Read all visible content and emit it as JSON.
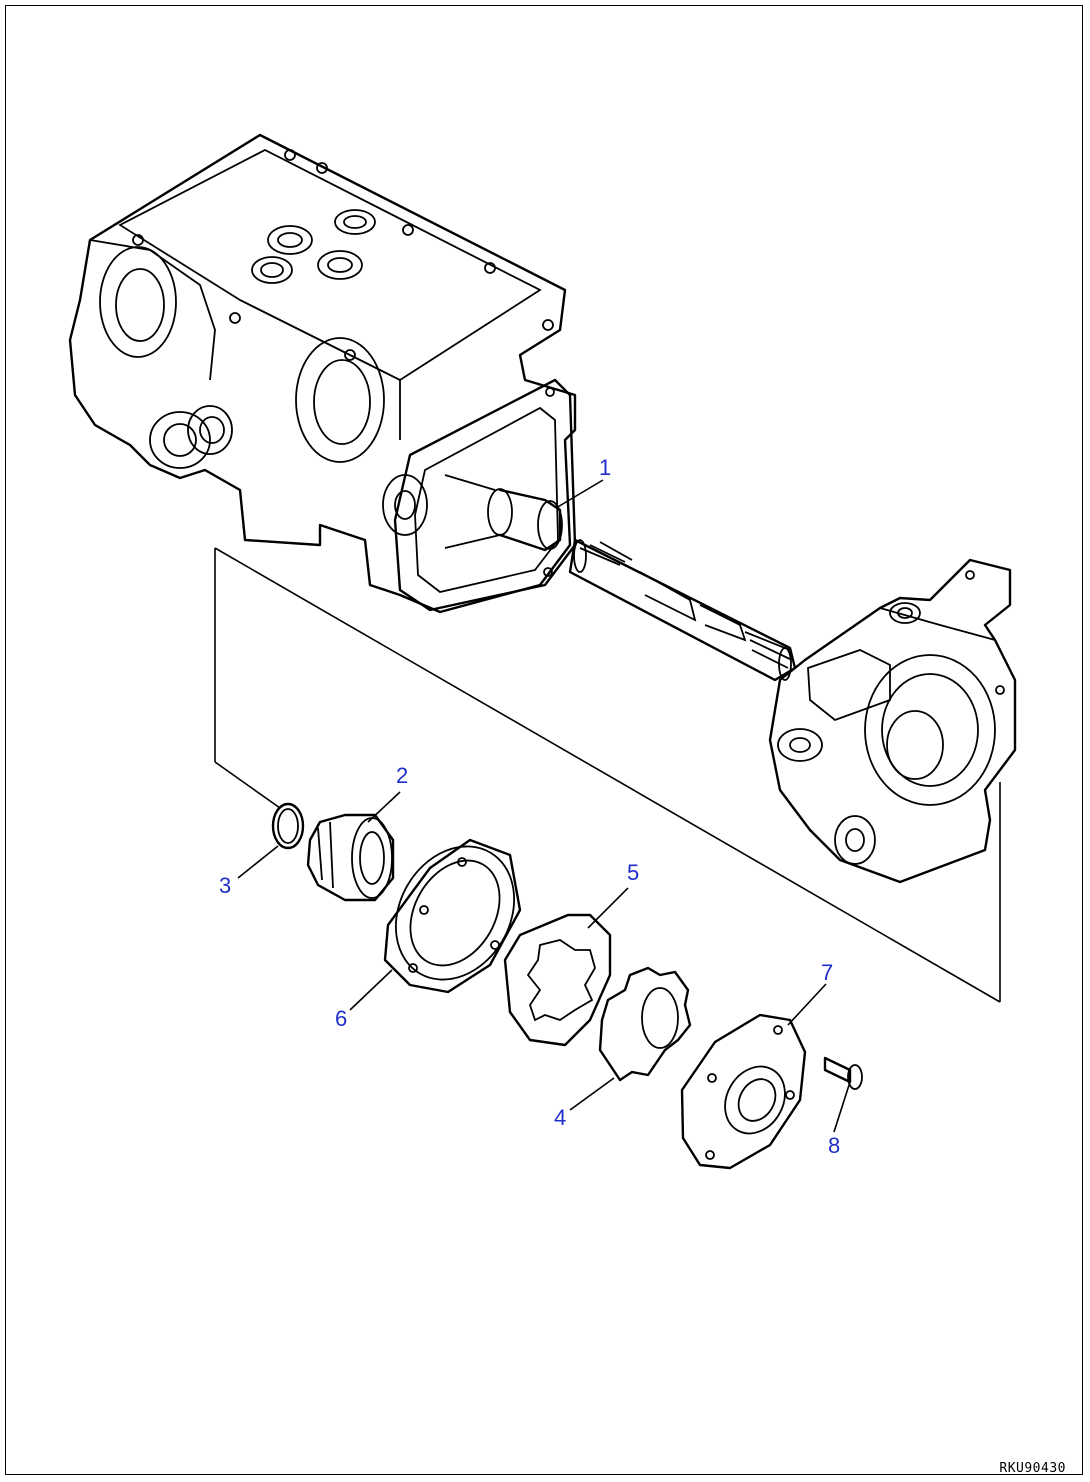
{
  "callouts": {
    "c1": "1",
    "c2": "2",
    "c3": "3",
    "c4": "4",
    "c5": "5",
    "c6": "6",
    "c7": "7",
    "c8": "8"
  },
  "reference_code": "RKU90430",
  "colors": {
    "callout": "#1f2fc8",
    "linework": "#000000"
  }
}
